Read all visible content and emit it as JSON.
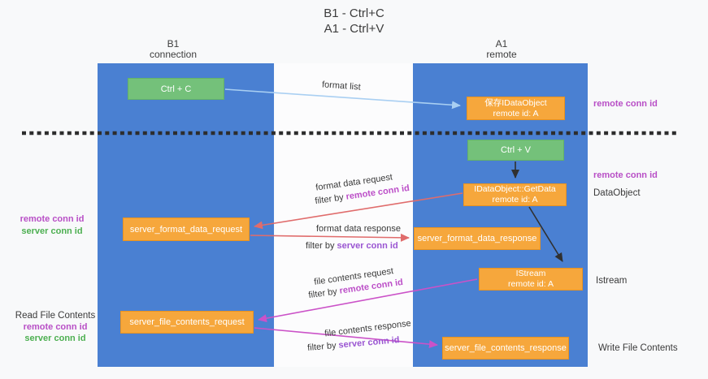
{
  "title": {
    "line1": "B1 - Ctrl+C",
    "line2": "A1 - Ctrl+V"
  },
  "lanes": {
    "b1": {
      "name": "B1",
      "subtitle": "connection"
    },
    "a1": {
      "name": "A1",
      "subtitle": "remote"
    }
  },
  "nodes": {
    "ctrl_c": {
      "label": "Ctrl + C"
    },
    "ctrl_v": {
      "label": "Ctrl + V"
    },
    "save_dataobject": {
      "line1": "保存IDataObject",
      "line2": "remote id: A"
    },
    "getdata": {
      "line1": "IDataObject::GetData",
      "line2": "remote id: A"
    },
    "istream": {
      "line1": "IStream",
      "line2": "remote id: A"
    },
    "format_request": {
      "label": "server_format_data_request"
    },
    "format_response": {
      "label": "server_format_data_response"
    },
    "file_request": {
      "label": "server_file_contents_request"
    },
    "file_response": {
      "label": "server_file_contents_response"
    }
  },
  "edges": {
    "format_list": {
      "label": "format list"
    },
    "format_data_request": {
      "label": "format data request",
      "filter_prefix": "filter by",
      "filter_key": "remote conn id"
    },
    "format_data_response": {
      "label": "format data response",
      "filter_prefix": "filter by",
      "filter_key": "server conn id"
    },
    "file_contents_request": {
      "label": "file contents request",
      "filter_prefix": "filter by",
      "filter_key": "remote conn id"
    },
    "file_contents_response": {
      "label": "file contents response",
      "filter_prefix": "filter by",
      "filter_key": "server conn id"
    }
  },
  "annotations": {
    "right": {
      "remote_conn_top": "remote conn id",
      "remote_conn_mid": "remote conn id",
      "dataobject": "DataObject",
      "istream": "Istream",
      "write_file": "Write File Contents"
    },
    "left": {
      "remote_conn_1": "remote conn id",
      "server_conn_1": "server conn id",
      "read_file": "Read File Contents",
      "remote_conn_2": "remote conn id",
      "server_conn_2": "server conn id"
    }
  },
  "colors": {
    "lane_blue": "#4A80D2",
    "node_orange": "#F6A73C",
    "node_green": "#74C17A",
    "arrow_red": "#E06C6C",
    "arrow_magenta": "#CB52C8",
    "arrow_lightblue": "#A9CFF2",
    "arrow_black": "#303030",
    "label_purple": "#B84FC6",
    "label_violet": "#9A55D2",
    "label_green": "#4CAF50"
  }
}
